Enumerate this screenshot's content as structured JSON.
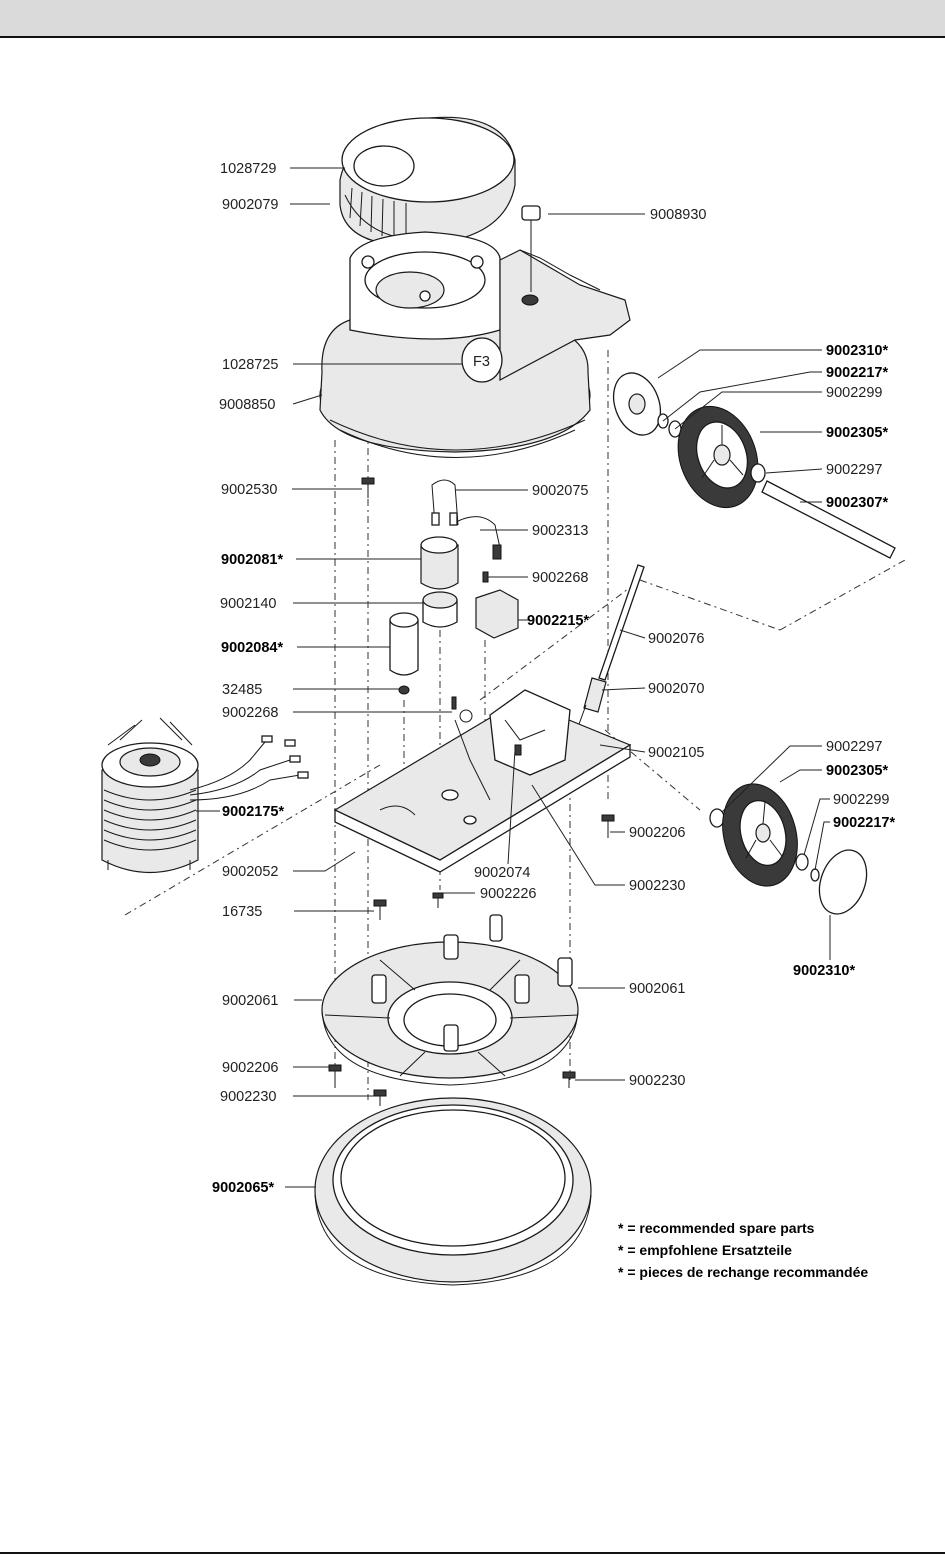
{
  "parts": {
    "p1028729": "1028729",
    "p9002079": "9002079",
    "p9008930": "9008930",
    "p1028725": "1028725",
    "p9008850": "9008850",
    "p9002310_top": "9002310*",
    "p9002217_top": "9002217*",
    "p9002299_top": "9002299",
    "p9002305_top": "9002305*",
    "p9002297_top": "9002297",
    "p9002307": "9002307*",
    "p9002530": "9002530",
    "p9002075": "9002075",
    "p9002313": "9002313",
    "p9002081": "9002081*",
    "p9002268_a": "9002268",
    "p9002140": "9002140",
    "p9002215": "9002215*",
    "p9002084": "9002084*",
    "p9002076": "9002076",
    "p32485": "32485",
    "p9002070": "9002070",
    "p9002268_b": "9002268",
    "p9002105": "9002105",
    "p9002297_bot": "9002297",
    "p9002305_bot": "9002305*",
    "p9002299_bot": "9002299",
    "p9002217_bot": "9002217*",
    "p9002175": "9002175*",
    "p9002206_a": "9002206",
    "p9002052": "9002052",
    "p9002074": "9002074",
    "p9002226": "9002226",
    "p9002230_a": "9002230",
    "p16735": "16735",
    "p9002310_bot": "9002310*",
    "p9002061_left": "9002061",
    "p9002061_right": "9002061",
    "p9002206_b": "9002206",
    "p9002230_b": "9002230",
    "p9002230_c": "9002230",
    "p9002065": "9002065*"
  },
  "badge": "F3",
  "legend": {
    "line1": "* = recommended spare parts",
    "line2": "* = empfohlene Ersatzteile",
    "line3": "* = pieces de rechange recommandée"
  }
}
